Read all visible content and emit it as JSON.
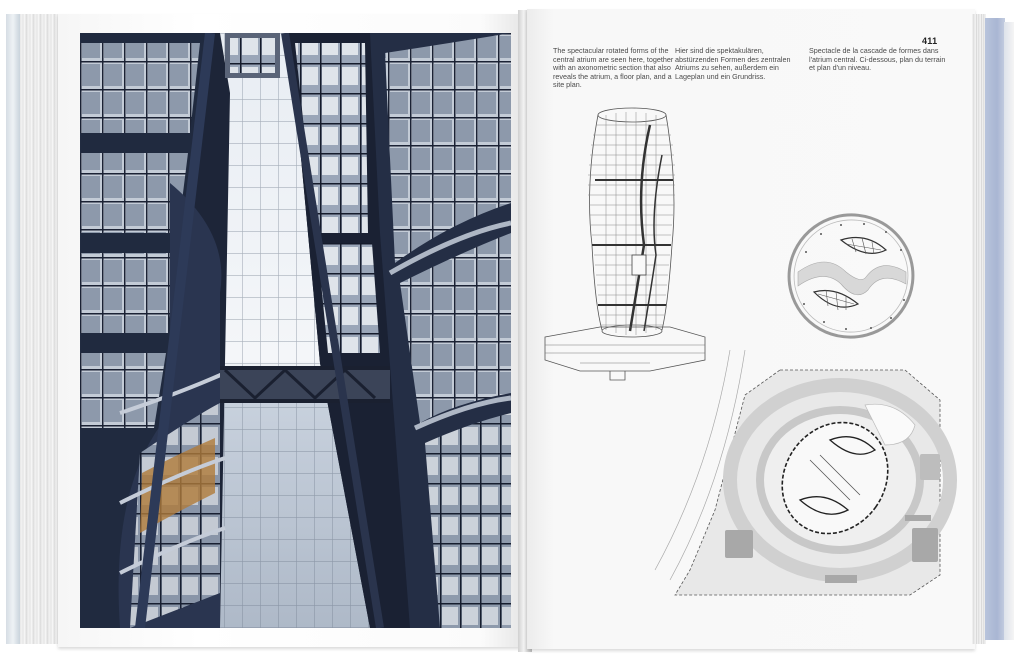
{
  "spread": {
    "description": "Open book spread: atrium photograph on left page, architectural drawings and trilingual captions on right page",
    "left_page": {
      "photo": {
        "subject": "central atrium with rotated curving floor plates, glass roof and skybridge",
        "dominant_colors": [
          "#1d2538",
          "#3a4660",
          "#c9d3e0",
          "#f2f5f8",
          "#b07a3a"
        ]
      }
    },
    "right_page": {
      "page_number": "411",
      "captions": {
        "en": "The spectacular rotated forms of the central atrium are seen here, together with an axonometric section that also reveals the atrium, a floor plan, and a site plan.",
        "de": "Hier sind die spektakulären, abstürzenden Formen des zentralen Atriums zu sehen, außerdem ein Lageplan und ein Grundriss.",
        "fr": "Spectacle de la cascade de formes dans l'atrium central. Ci-dessous, plan du terrain et plan d'un niveau."
      },
      "drawings": [
        {
          "id": "axonometric-section",
          "label": "axonometric section of tower"
        },
        {
          "id": "floor-plan",
          "label": "circular floor plan"
        },
        {
          "id": "site-plan",
          "label": "site plan"
        }
      ]
    },
    "colors": {
      "cover_edge": "#a9b6d3",
      "page": "#f9f9f9",
      "text": "#4a4a4a"
    }
  }
}
